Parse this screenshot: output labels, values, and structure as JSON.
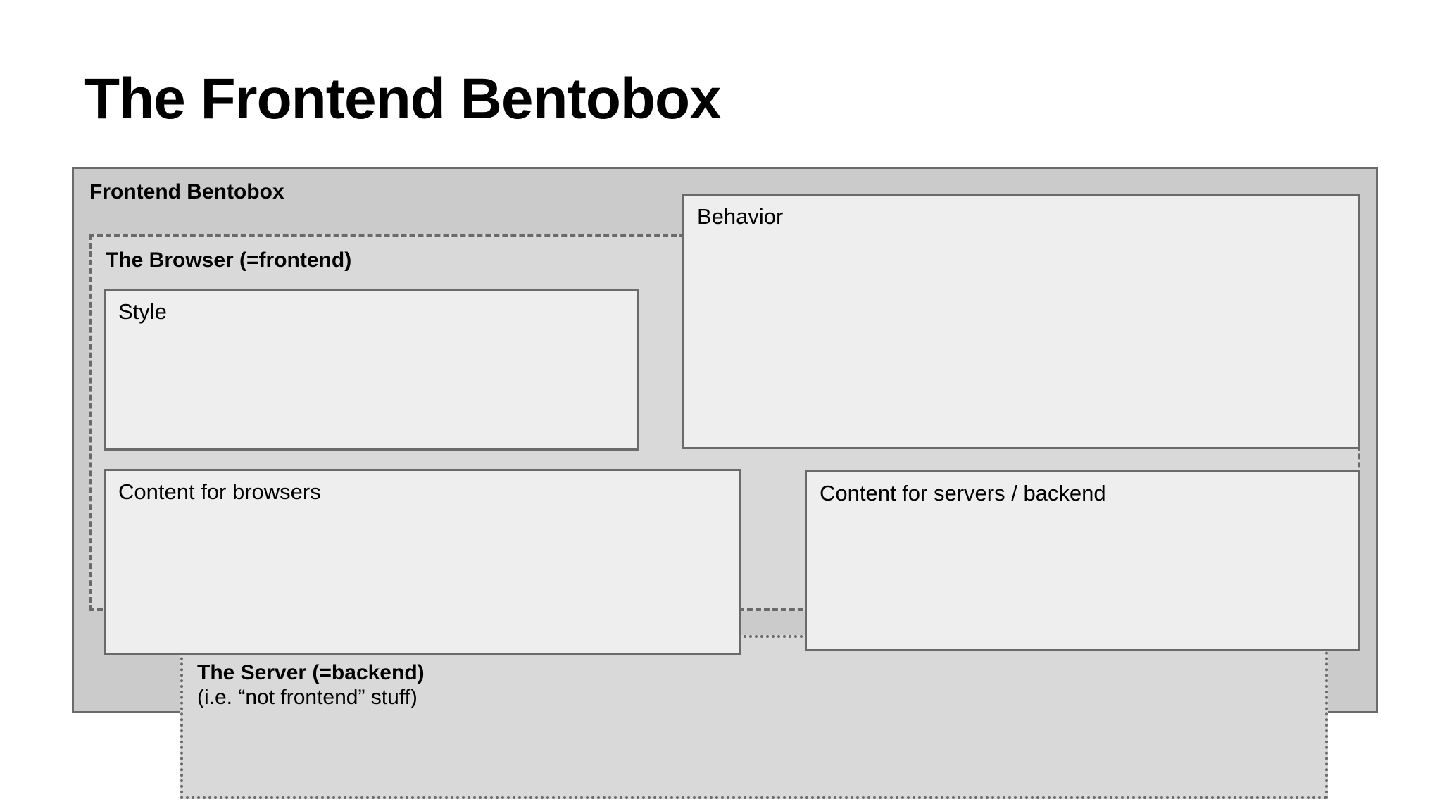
{
  "slide": {
    "title": "The Frontend Bentobox"
  },
  "diagram": {
    "outer_container": {
      "label": "Frontend Bentobox",
      "border_style": "solid",
      "fill_color": "#cbcbcb",
      "border_color": "#6a6a6a"
    },
    "browser_group": {
      "label": "The Browser (=frontend)",
      "border_style": "dashed",
      "fill_color": "#d9d9d9",
      "border_color": "#6a6a6a"
    },
    "server_group": {
      "title": "The Server (=backend)",
      "subtitle": "(i.e. “not frontend” stuff)",
      "border_style": "dotted",
      "fill_color": "#d9d9d9",
      "border_color": "#6a6a6a"
    },
    "cards": [
      {
        "id": "style",
        "label": "Style"
      },
      {
        "id": "behavior",
        "label": "Behavior"
      },
      {
        "id": "content-browsers",
        "label": "Content for browsers"
      },
      {
        "id": "content-servers",
        "label": "Content for servers / backend"
      }
    ],
    "card_fill_color": "#eeeeee",
    "card_border_color": "#6a6a6a"
  }
}
